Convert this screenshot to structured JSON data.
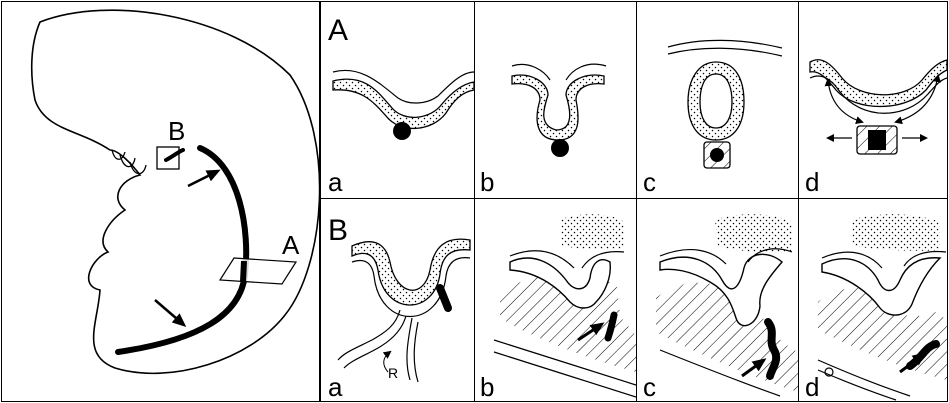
{
  "overview": {
    "marker_b": "B",
    "marker_a": "A"
  },
  "row_a": {
    "heading": "A",
    "panel_labels": [
      "a",
      "b",
      "c",
      "d"
    ]
  },
  "row_b": {
    "heading": "B",
    "panel_labels": [
      "a",
      "b",
      "c",
      "d"
    ],
    "annotation": "R"
  },
  "colors": {
    "ink": "#000000",
    "paper": "#ffffff"
  }
}
